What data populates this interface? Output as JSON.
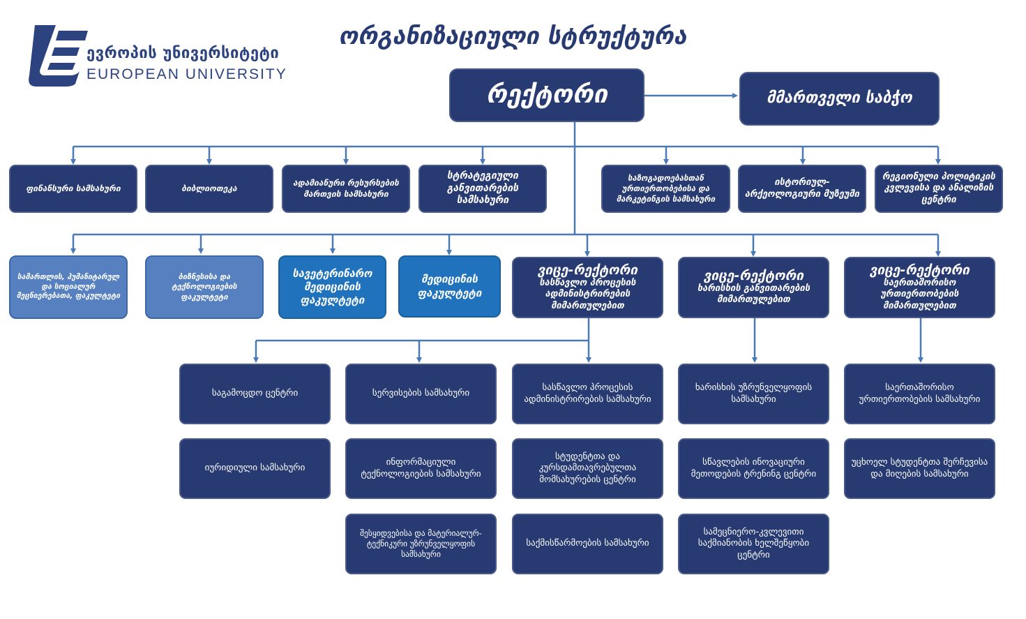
{
  "header": {
    "title": "ორგანიზაციული სტრუქტურა",
    "logo_ka": "ევროპის უნივერსიტეტი",
    "logo_en": "EUROPEAN UNIVERSITY"
  },
  "top": {
    "rector": "რექტორი",
    "board": "მმართველი საბჭო"
  },
  "services_row": [
    "ფინანსური სამსახური",
    "ბიბლიოთეკა",
    "ადამიანური რესურსების მართვის  სამსახური",
    "სტრატეგიული განვითარების სამსახური",
    "საზოგადოებასთან ურთიერთობებისა და მარკეტინგის სამსახური",
    "ისტორიულ-არქეოლოგიური მუზეუმი",
    "რეგიონული პოლიტიკის კვლევისა და ანალიზის ცენტრი"
  ],
  "faculties_row": [
    "სამართლის, ჰუმანიტარულ და სოციალურ მეცნიერებათა, ფაკულტეტი",
    "ბიზნესისა და ტექნოლოგიების ფაკულტეტი",
    "სავეტერინარო მედიცინის ფაკულტეტი",
    "მედიცინის ფაკულტეტი"
  ],
  "vice_rectors": [
    {
      "head": "ვიცე-რექტორი",
      "sub": "სასწავლო პროცესის ადმინისტრირების მიმართულებით"
    },
    {
      "head": "ვიცე-რექტორი",
      "sub": "ხარისხის განვითარების მიმართულებით"
    },
    {
      "head": "ვიცე-რექტორი",
      "sub": "საერთაშორისო ურთიერთობების მიმართულებით"
    }
  ],
  "units": {
    "col1": [
      "საგამოცდო ცენტრი",
      "იურიდიული სამსახური"
    ],
    "col2": [
      "სერვისების სამსახური",
      "ინფორმაციული ტექნოლოგიების სამსახური",
      "შესყიდვებისა და მატერიალურ-ტექნიკური უზრუნველყოფის სამსახური"
    ],
    "col3": [
      "სასწავლო პროცესის ადმინისტრირების სამსახური",
      "სტუდენტთა და კურსდამთავრებულთა მომსახურების ცენტრი",
      "საქმისწარმოების სამსახური"
    ],
    "col4": [
      "ხარისხის უზრუნველყოფის სამსახური",
      "სწავლების ინოვაციური მეთოდების ტრენინგ ცენტრი",
      "სამეცნიერო-კვლევითი საქმიანობის ხელშეწყობი ცენტრი"
    ],
    "col5": [
      "საერთაშორისო ურთიერთობების სამსახური",
      "უცხოელ სტუდენტთა შერჩევისა და მიღების სამსახური"
    ]
  },
  "colors": {
    "navy": "#283a72",
    "light_blue": "#5680bf",
    "mid_blue": "#1f72bb",
    "connector": "#4a7ab5"
  }
}
